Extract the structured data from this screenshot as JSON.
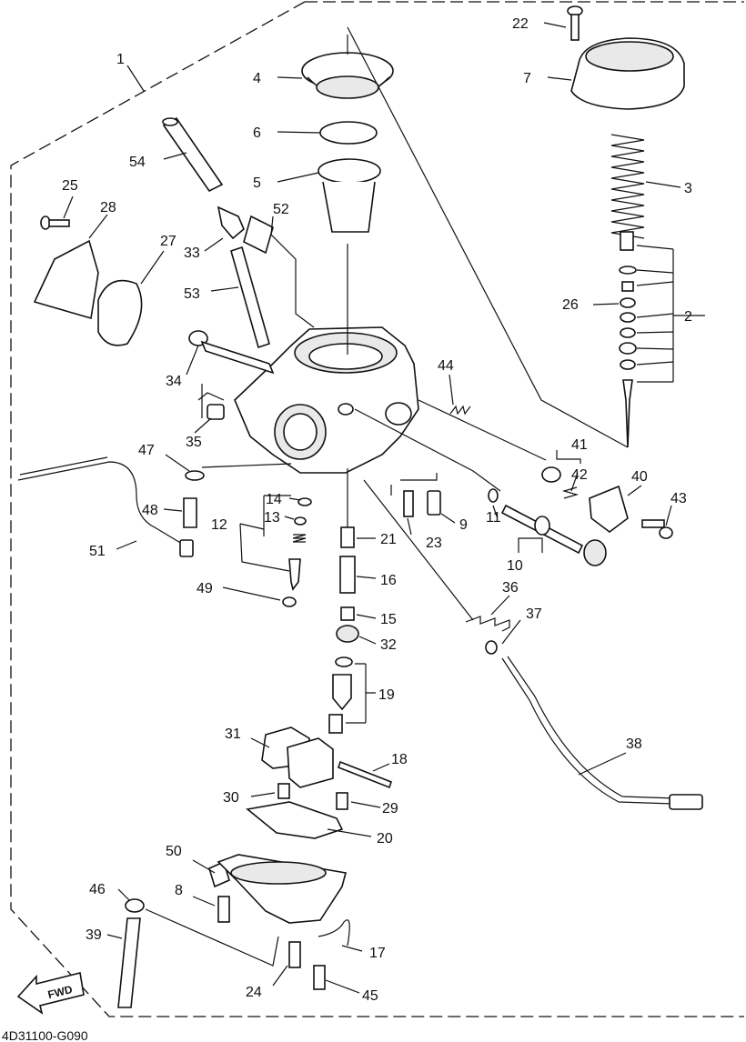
{
  "diagram": {
    "drawing_code": "4D31100-G090",
    "fwd_label": "FWD",
    "callouts": [
      "1",
      "2",
      "3",
      "4",
      "5",
      "6",
      "7",
      "8",
      "9",
      "10",
      "11",
      "12",
      "13",
      "14",
      "15",
      "16",
      "17",
      "18",
      "19",
      "20",
      "21",
      "22",
      "23",
      "24",
      "25",
      "26",
      "27",
      "28",
      "29",
      "30",
      "31",
      "32",
      "33",
      "34",
      "35",
      "36",
      "37",
      "38",
      "39",
      "40",
      "41",
      "42",
      "43",
      "44",
      "45",
      "46",
      "47",
      "48",
      "49",
      "50",
      "51",
      "52",
      "53",
      "54"
    ]
  }
}
